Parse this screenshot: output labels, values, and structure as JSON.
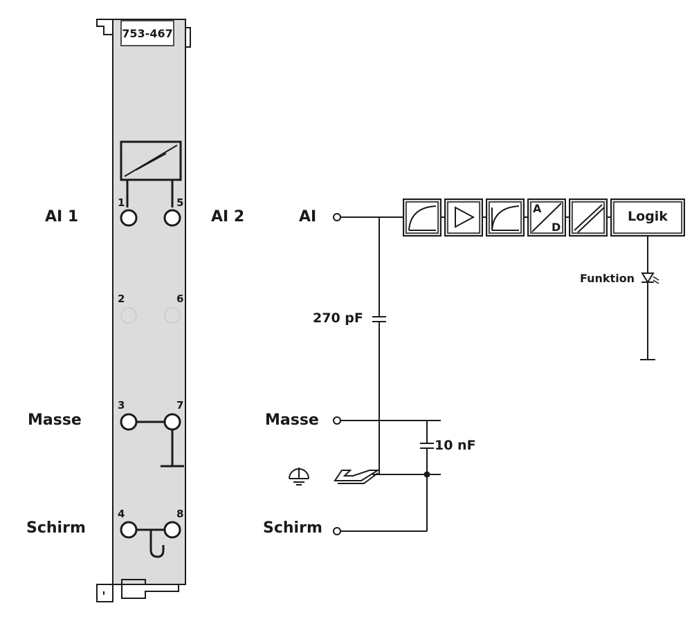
{
  "module": {
    "part_number": "753-467",
    "left_labels": [
      "AI 1",
      "Masse",
      "Schirm"
    ],
    "right_labels": [
      "AI 2"
    ],
    "pins": [
      "1",
      "5",
      "2",
      "6",
      "3",
      "7",
      "4",
      "8"
    ]
  },
  "schematic": {
    "input_label": "AI",
    "masse_label": "Masse",
    "schirm_label": "Schirm",
    "capacitor_1": "270 pF",
    "capacitor_2": "10 nF",
    "logic_label": "Logik",
    "function_label": "Funktion",
    "ad_letters": [
      "A",
      "D"
    ]
  },
  "colors": {
    "line": "#1a1a1a",
    "module_fill": "#dcdcdc",
    "disabled_pin": "#c8c8c8"
  }
}
